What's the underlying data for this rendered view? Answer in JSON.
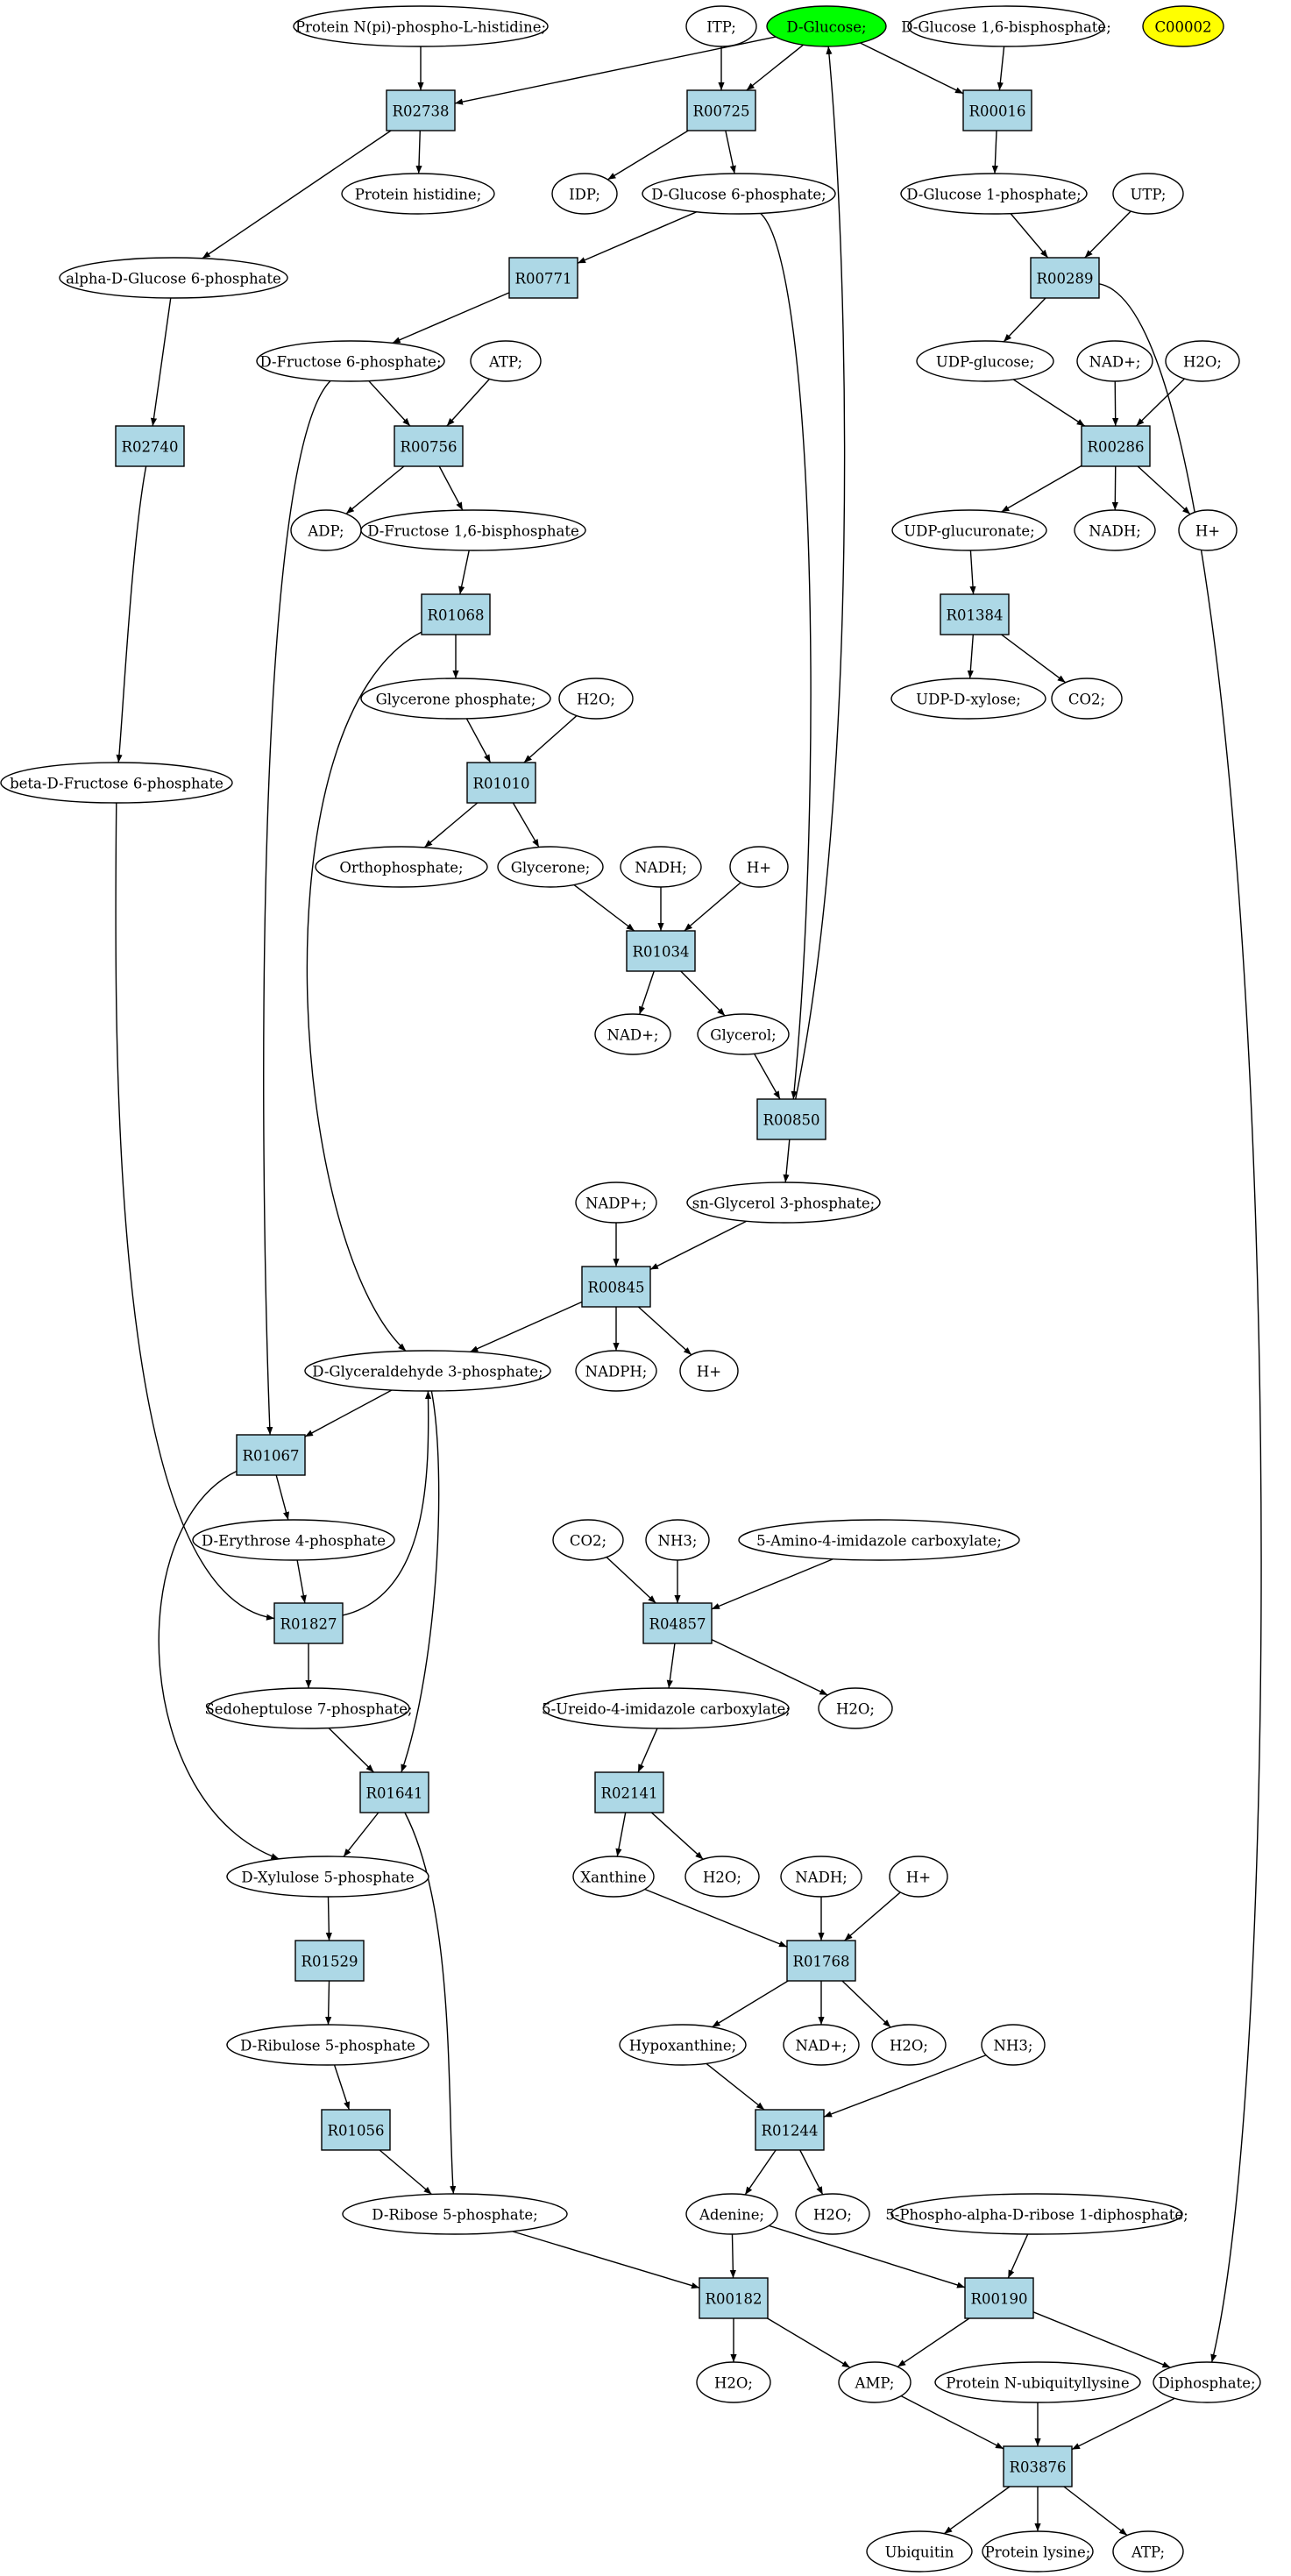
{
  "colors": {
    "reaction_fill": "#add8e6",
    "start_compound_fill": "#00ff00",
    "query_compound_fill": "#ffff00",
    "compound_fill": "#ffffff",
    "edge": "#000000"
  },
  "compounds": {
    "c_nph": "Protein N(pi)-phospho-L-histidine;",
    "c_itp": "ITP;",
    "c_glc": "D-Glucose;",
    "c_g16bp": "D-Glucose 1,6-bisphosphate;",
    "c_c00002": "C00002",
    "c_phis": "Protein histidine;",
    "c_idp": "IDP;",
    "c_g6p": "D-Glucose 6-phosphate;",
    "c_g1p": "D-Glucose 1-phosphate;",
    "c_utp": "UTP;",
    "c_adg6p": "alpha-D-Glucose 6-phosphate",
    "c_f6p": "D-Fructose 6-phosphate;",
    "c_atp1": "ATP;",
    "c_udpg": "UDP-glucose;",
    "c_nadp1": "NAD+;",
    "c_h2o1": "H2O;",
    "c_adp": "ADP;",
    "c_fbp": "D-Fructose 1,6-bisphosphate",
    "c_udpgr": "UDP-glucuronate;",
    "c_nadh1": "NADH;",
    "c_h1": "H+",
    "c_glyp": "Glycerone phosphate;",
    "c_h2o2": "H2O;",
    "c_udpx": "UDP-D-xylose;",
    "c_co2a": "CO2;",
    "c_bdf6p": "beta-D-Fructose 6-phosphate",
    "c_orth": "Orthophosphate;",
    "c_glyc": "Glycerone;",
    "c_nadh2": "NADH;",
    "c_h2": "H+",
    "c_nadp2": "NAD+;",
    "c_glycerol": "Glycerol;",
    "c_sng3p": "sn-Glycerol 3-phosphate;",
    "c_nadpp": "NADP+;",
    "c_gap": "D-Glyceraldehyde 3-phosphate;",
    "c_nadph": "NADPH;",
    "c_h3": "H+",
    "c_e4p": "D-Erythrose 4-phosphate",
    "c_co2b": "CO2;",
    "c_nh3a": "NH3;",
    "c_aic": "5-Amino-4-imidazole carboxylate;",
    "c_s7p": "Sedoheptulose 7-phosphate;",
    "c_uic": "5-Ureido-4-imidazole carboxylate;",
    "c_h2o3": "H2O;",
    "c_xu5p": "D-Xylulose 5-phosphate",
    "c_xan": "Xanthine",
    "c_h2o4": "H2O;",
    "c_nadh3": "NADH;",
    "c_h4": "H+",
    "c_ru5p": "D-Ribulose 5-phosphate",
    "c_hyp": "Hypoxanthine;",
    "c_nadp3": "NAD+;",
    "c_h2o5": "H2O;",
    "c_nh3b": "NH3;",
    "c_r5p": "D-Ribose 5-phosphate;",
    "c_ade": "Adenine;",
    "c_h2o6": "H2O;",
    "c_prpp": "5-Phospho-alpha-D-ribose 1-diphosphate;",
    "c_h2o7": "H2O;",
    "c_amp": "AMP;",
    "c_pnul": "Protein N-ubiquityllysine",
    "c_ppi": "Diphosphate;",
    "c_ubq": "Ubiquitin",
    "c_plys": "Protein lysine;",
    "c_atp2": "ATP;"
  },
  "reactions": {
    "R02738": "R02738",
    "R00725": "R00725",
    "R00016": "R00016",
    "R00771": "R00771",
    "R00289": "R00289",
    "R02740": "R02740",
    "R00756": "R00756",
    "R00286": "R00286",
    "R01068": "R01068",
    "R01384": "R01384",
    "R01010": "R01010",
    "R01034": "R01034",
    "R00850": "R00850",
    "R00845": "R00845",
    "R01067": "R01067",
    "R01827": "R01827",
    "R04857": "R04857",
    "R01641": "R01641",
    "R02141": "R02141",
    "R01529": "R01529",
    "R01768": "R01768",
    "R01056": "R01056",
    "R01244": "R01244",
    "R00182": "R00182",
    "R00190": "R00190",
    "R03876": "R03876"
  },
  "edges": [
    [
      "c_nph",
      "R02738"
    ],
    [
      "c_glc",
      "R02738"
    ],
    [
      "R02738",
      "c_phis"
    ],
    [
      "R02738",
      "c_adg6p"
    ],
    [
      "c_itp",
      "R00725"
    ],
    [
      "c_glc",
      "R00725"
    ],
    [
      "R00725",
      "c_idp"
    ],
    [
      "R00725",
      "c_g6p"
    ],
    [
      "c_glc",
      "R00016"
    ],
    [
      "c_g16bp",
      "R00016"
    ],
    [
      "R00016",
      "c_g1p"
    ],
    [
      "c_g6p",
      "R00771"
    ],
    [
      "R00771",
      "c_f6p"
    ],
    [
      "c_g1p",
      "R00289"
    ],
    [
      "c_utp",
      "R00289"
    ],
    [
      "R00289",
      "c_udpg"
    ],
    [
      "R00289",
      "c_ppi"
    ],
    [
      "c_adg6p",
      "R02740"
    ],
    [
      "R02740",
      "c_bdf6p"
    ],
    [
      "c_f6p",
      "R00756"
    ],
    [
      "c_atp1",
      "R00756"
    ],
    [
      "R00756",
      "c_adp"
    ],
    [
      "R00756",
      "c_fbp"
    ],
    [
      "c_udpg",
      "R00286"
    ],
    [
      "c_nadp1",
      "R00286"
    ],
    [
      "c_h2o1",
      "R00286"
    ],
    [
      "R00286",
      "c_udpgr"
    ],
    [
      "R00286",
      "c_nadh1"
    ],
    [
      "R00286",
      "c_h1"
    ],
    [
      "c_fbp",
      "R01068"
    ],
    [
      "R01068",
      "c_glyp"
    ],
    [
      "R01068",
      "c_gap"
    ],
    [
      "c_udpgr",
      "R01384"
    ],
    [
      "R01384",
      "c_udpx"
    ],
    [
      "R01384",
      "c_co2a"
    ],
    [
      "c_glyp",
      "R01010"
    ],
    [
      "c_h2o2",
      "R01010"
    ],
    [
      "R01010",
      "c_orth"
    ],
    [
      "R01010",
      "c_glyc"
    ],
    [
      "c_glyc",
      "R01034"
    ],
    [
      "c_nadh2",
      "R01034"
    ],
    [
      "c_h2",
      "R01034"
    ],
    [
      "R01034",
      "c_nadp2"
    ],
    [
      "R01034",
      "c_glycerol"
    ],
    [
      "c_glycerol",
      "R00850"
    ],
    [
      "c_g6p",
      "R00850"
    ],
    [
      "R00850",
      "c_glc"
    ],
    [
      "R00850",
      "c_sng3p"
    ],
    [
      "c_sng3p",
      "R00845"
    ],
    [
      "c_nadpp",
      "R00845"
    ],
    [
      "R00845",
      "c_gap"
    ],
    [
      "R00845",
      "c_nadph"
    ],
    [
      "R00845",
      "c_h3"
    ],
    [
      "c_gap",
      "R01067"
    ],
    [
      "c_f6p",
      "R01067"
    ],
    [
      "R01067",
      "c_e4p"
    ],
    [
      "R01067",
      "c_xu5p"
    ],
    [
      "c_e4p",
      "R01827"
    ],
    [
      "c_bdf6p",
      "R01827"
    ],
    [
      "R01827",
      "c_gap"
    ],
    [
      "R01827",
      "c_s7p"
    ],
    [
      "c_co2b",
      "R04857"
    ],
    [
      "c_nh3a",
      "R04857"
    ],
    [
      "c_aic",
      "R04857"
    ],
    [
      "R04857",
      "c_uic"
    ],
    [
      "R04857",
      "c_h2o3"
    ],
    [
      "c_s7p",
      "R01641"
    ],
    [
      "c_gap",
      "R01641"
    ],
    [
      "R01641",
      "c_xu5p"
    ],
    [
      "R01641",
      "c_r5p"
    ],
    [
      "c_uic",
      "R02141"
    ],
    [
      "R02141",
      "c_xan"
    ],
    [
      "R02141",
      "c_h2o4"
    ],
    [
      "c_xu5p",
      "R01529"
    ],
    [
      "R01529",
      "c_ru5p"
    ],
    [
      "c_xan",
      "R01768"
    ],
    [
      "c_nadh3",
      "R01768"
    ],
    [
      "c_h4",
      "R01768"
    ],
    [
      "R01768",
      "c_hyp"
    ],
    [
      "R01768",
      "c_nadp3"
    ],
    [
      "R01768",
      "c_h2o5"
    ],
    [
      "c_ru5p",
      "R01056"
    ],
    [
      "R01056",
      "c_r5p"
    ],
    [
      "c_hyp",
      "R01244"
    ],
    [
      "c_nh3b",
      "R01244"
    ],
    [
      "R01244",
      "c_ade"
    ],
    [
      "R01244",
      "c_h2o6"
    ],
    [
      "c_ade",
      "R00182"
    ],
    [
      "c_r5p",
      "R00182"
    ],
    [
      "R00182",
      "c_h2o7"
    ],
    [
      "R00182",
      "c_amp"
    ],
    [
      "c_ade",
      "R00190"
    ],
    [
      "c_prpp",
      "R00190"
    ],
    [
      "R00190",
      "c_amp"
    ],
    [
      "R00190",
      "c_ppi"
    ],
    [
      "c_amp",
      "R03876"
    ],
    [
      "c_pnul",
      "R03876"
    ],
    [
      "c_ppi",
      "R03876"
    ],
    [
      "R03876",
      "c_ubq"
    ],
    [
      "R03876",
      "c_plys"
    ],
    [
      "R03876",
      "c_atp2"
    ]
  ]
}
